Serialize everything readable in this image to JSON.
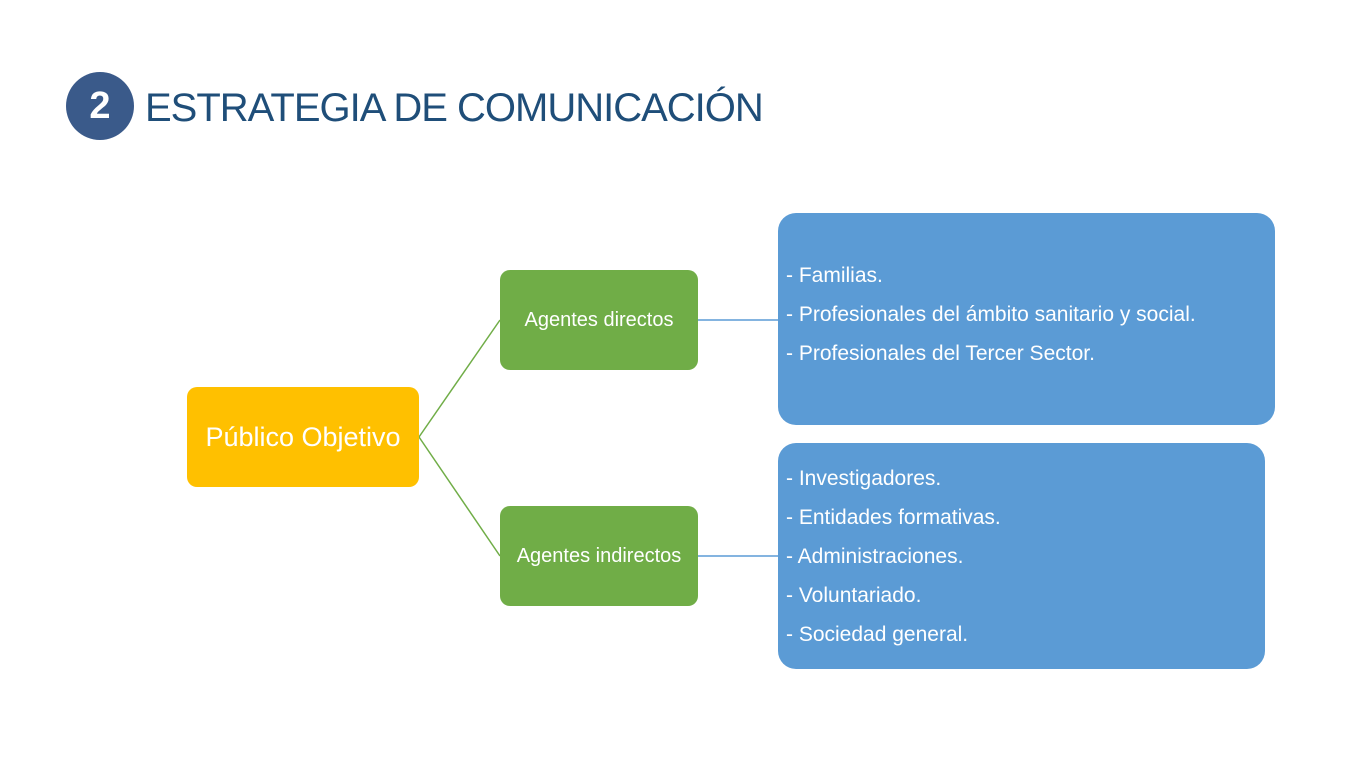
{
  "header": {
    "number": "2",
    "title": "ESTRATEGIA DE COMUNICACIÓN"
  },
  "diagram": {
    "root": "Público Objetivo",
    "branches": [
      {
        "label": "Agentes directos",
        "items": [
          "- Familias.",
          "- Profesionales del ámbito sanitario y social.",
          "- Profesionales del Tercer Sector."
        ]
      },
      {
        "label": "Agentes indirectos",
        "items": [
          "- Investigadores.",
          "- Entidades formativas.",
          "- Administraciones.",
          "- Voluntariado.",
          "- Sociedad general."
        ]
      }
    ]
  }
}
